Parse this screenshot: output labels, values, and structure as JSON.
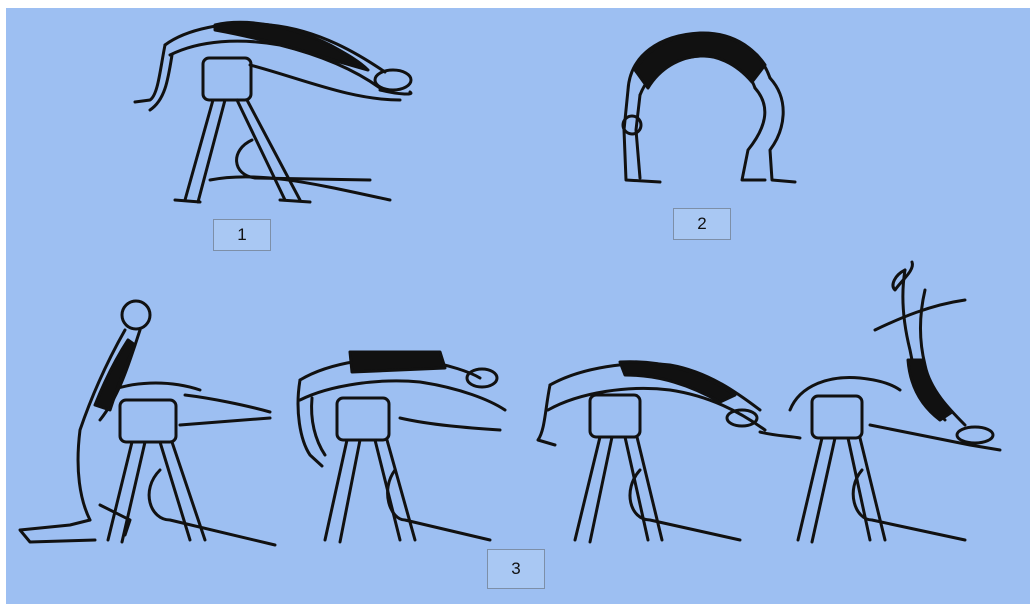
{
  "figures": [
    {
      "label": "1",
      "description_icon": "gymnast-back-arch-over-pommel-horse-icon"
    },
    {
      "label": "2",
      "description_icon": "gymnast-bridge-icon"
    },
    {
      "label": "3",
      "description_icon": "gymnast-sequence-over-pommel-horse-icon"
    }
  ],
  "colors": {
    "background": "#9dbff2",
    "ink": "#111111",
    "label_bg": "#a9c8f3"
  }
}
